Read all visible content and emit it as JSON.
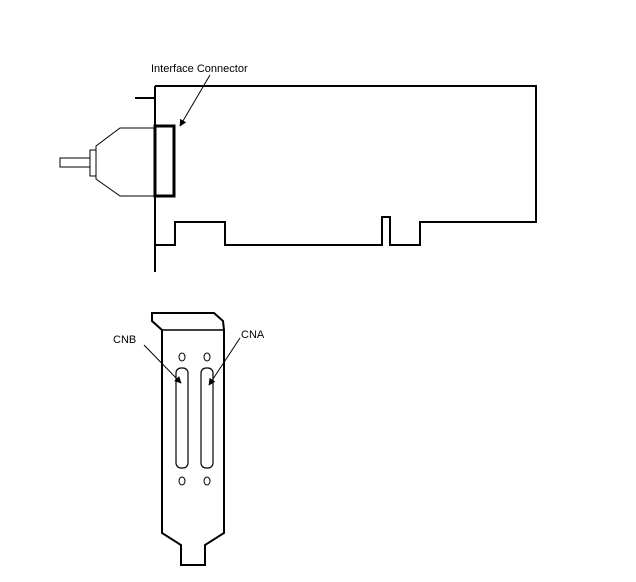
{
  "labels": {
    "interface_connector": "Interface Connector",
    "cnb": "CNB",
    "cna": "CNA"
  },
  "colors": {
    "line": "#000000",
    "background": "#ffffff"
  }
}
